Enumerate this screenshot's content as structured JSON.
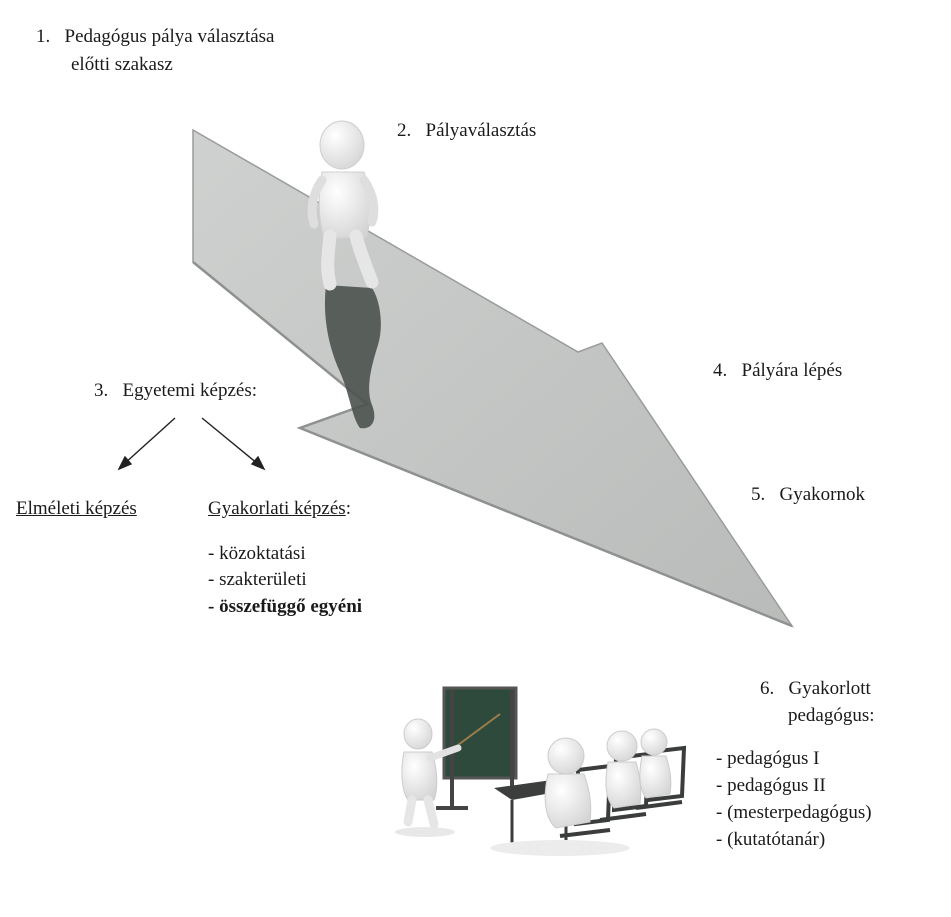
{
  "steps": {
    "s1": {
      "num": "1.",
      "line1": "Pedagógus pálya választása",
      "line2": "előtti szakasz"
    },
    "s2": {
      "num": "2.",
      "text": "Pályaválasztás"
    },
    "s3": {
      "num": "3.",
      "text": "Egyetemi képzés:"
    },
    "s4": {
      "num": "4.",
      "text": "Pályára lépés"
    },
    "s5": {
      "num": "5.",
      "text": "Gyakornok"
    },
    "s6": {
      "num": "6.",
      "line1": "Gyakorlott",
      "line2": "pedagógus:"
    }
  },
  "training": {
    "theory": "Elméleti képzés",
    "practice": "Gyakorlati képzés",
    "practice_colon": ":",
    "items": [
      "- közoktatási",
      "- szakterületi",
      "- összefüggő egyéni"
    ]
  },
  "levels": [
    "- pedagógus I",
    "- pedagógus II",
    "- (mesterpedagógus)",
    "- (kutatótanár)"
  ],
  "colors": {
    "arrow_fill": "#c4c6c5",
    "arrow_edge": "#9a9c9b",
    "figure": "#f2f2f2",
    "figure_shade": "#d9d9d9",
    "shadow": "#4a524d",
    "board": "#2e4a3c",
    "chair": "#3a3d3b"
  }
}
